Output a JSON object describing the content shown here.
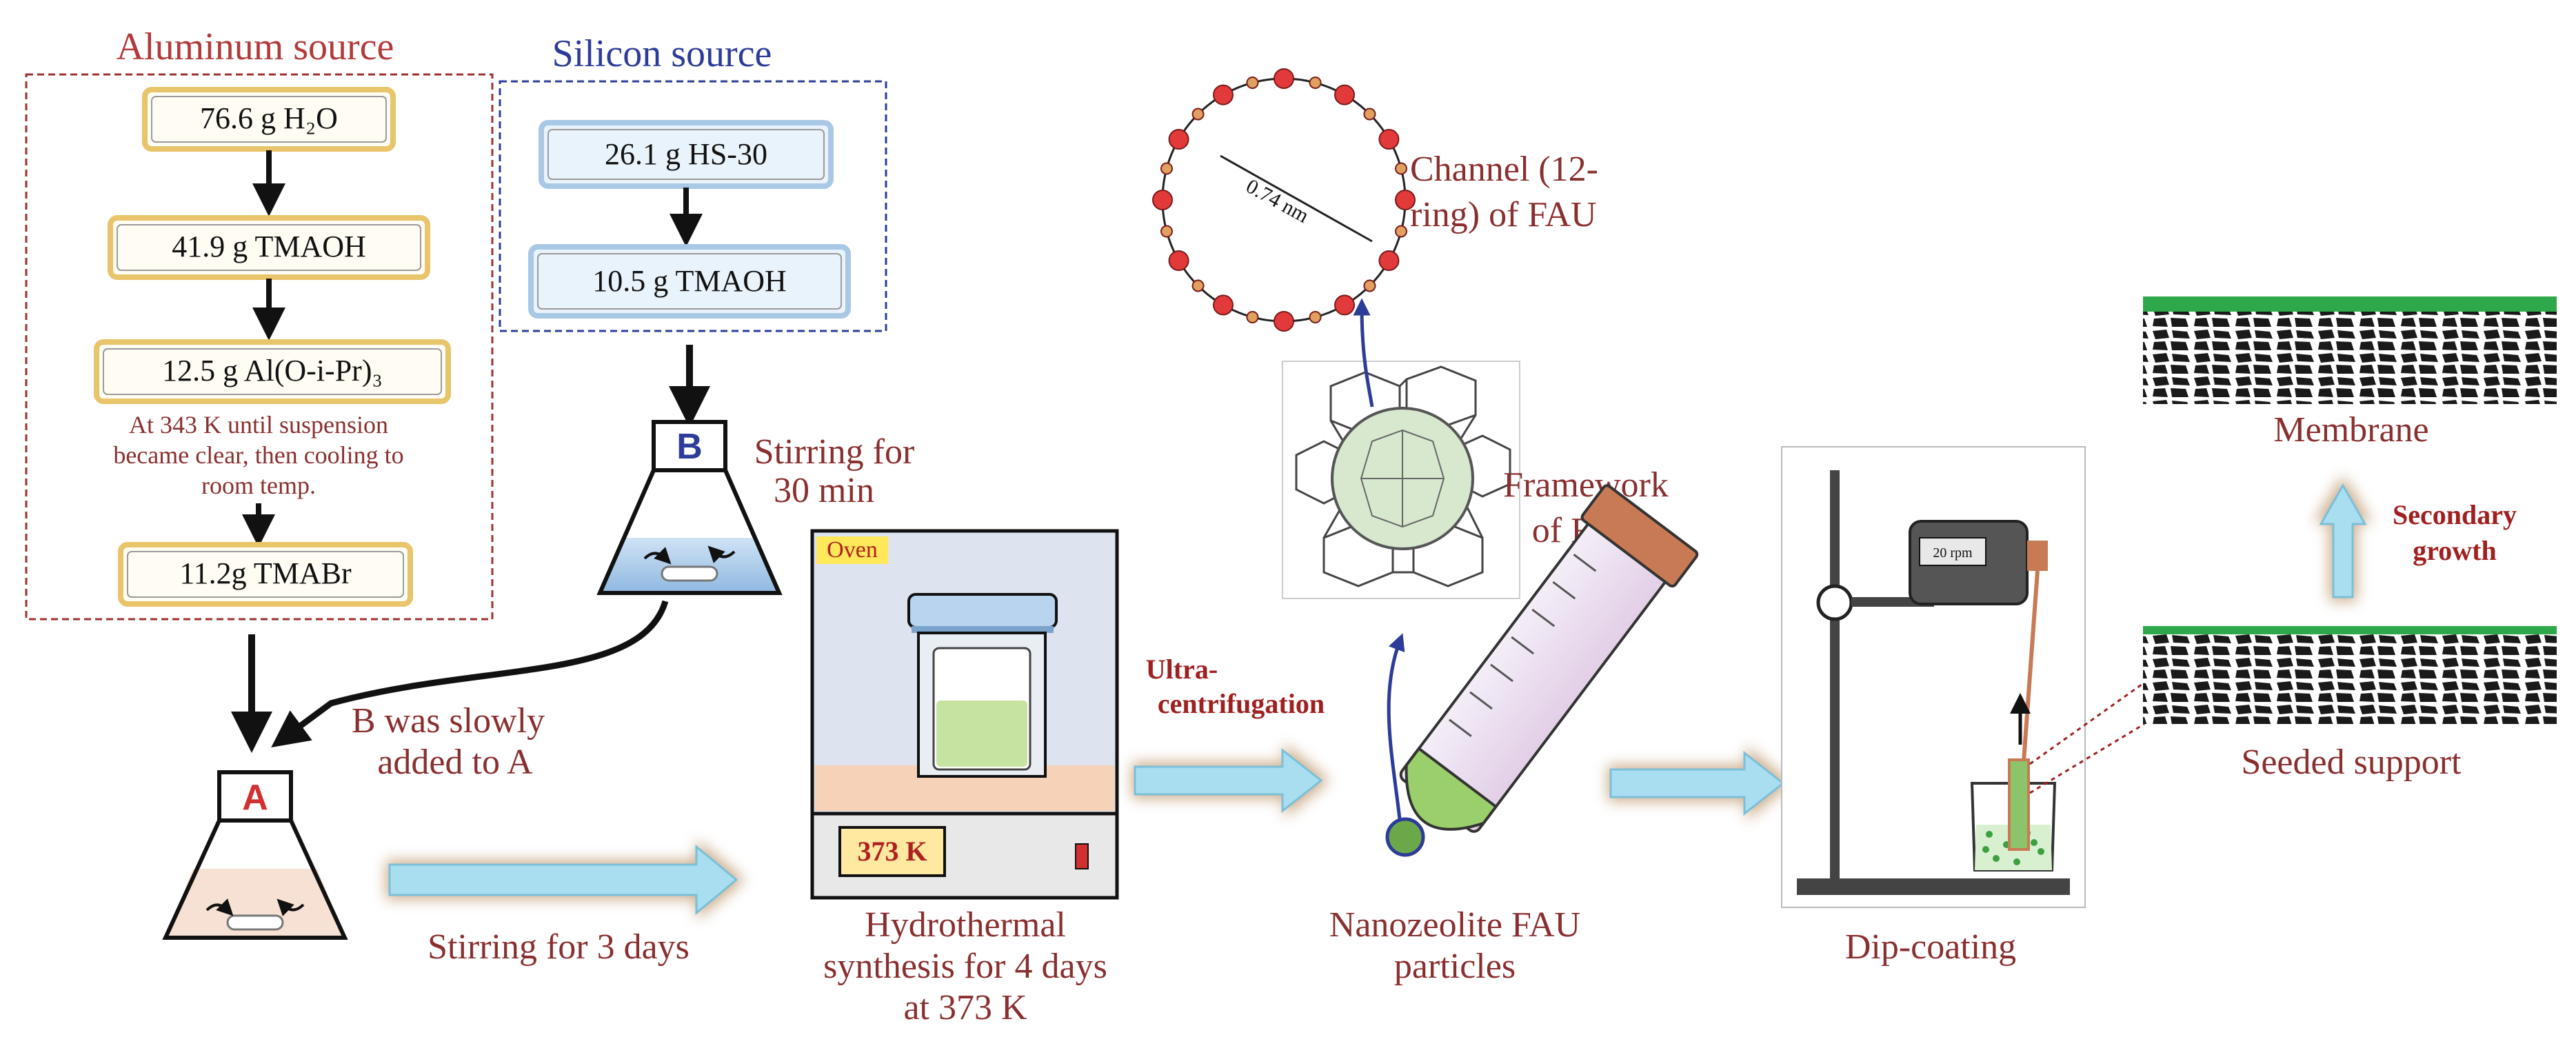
{
  "aluminum": {
    "title": "Aluminum source",
    "steps": [
      "76.6 g  H₂O",
      "41.9 g  TMAOH",
      "12.5 g  Al(O-i-Pr)₃",
      "11.2g  TMABr"
    ],
    "note": [
      "At 343 K until suspension",
      "became clear, then cooling to",
      "room temp."
    ]
  },
  "silicon": {
    "title": "Silicon source",
    "steps": [
      "26.1 g  HS-30",
      "10.5 g  TMAOH"
    ]
  },
  "flask_b": {
    "letter": "B",
    "caption": [
      "Stirring for",
      "30 min"
    ]
  },
  "flask_a": {
    "letter": "A"
  },
  "mixing": {
    "caption": [
      "B was slowly",
      "added to A"
    ]
  },
  "stir3": {
    "caption": "Stirring for 3 days"
  },
  "oven": {
    "tag": "Oven",
    "temp": "373 K",
    "caption": [
      "Hydrothermal",
      "synthesis for 4 days",
      "at 373 K"
    ]
  },
  "ultra": {
    "caption": [
      "Ultra-",
      "centrifugation"
    ]
  },
  "nanozeolite": {
    "caption": [
      "Nanozeolite FAU",
      "particles"
    ]
  },
  "framework": {
    "caption": [
      "Framework",
      "of FAU"
    ]
  },
  "channel": {
    "caption": [
      "Channel (12-",
      "ring) of FAU"
    ],
    "size": "0.74 nm"
  },
  "dip": {
    "caption": "Dip-coating",
    "motor_label": "20 rpm"
  },
  "seeded": {
    "caption": "Seeded support"
  },
  "membrane": {
    "caption": "Membrane"
  },
  "secondary": {
    "caption": [
      "Secondary",
      "growth"
    ]
  }
}
